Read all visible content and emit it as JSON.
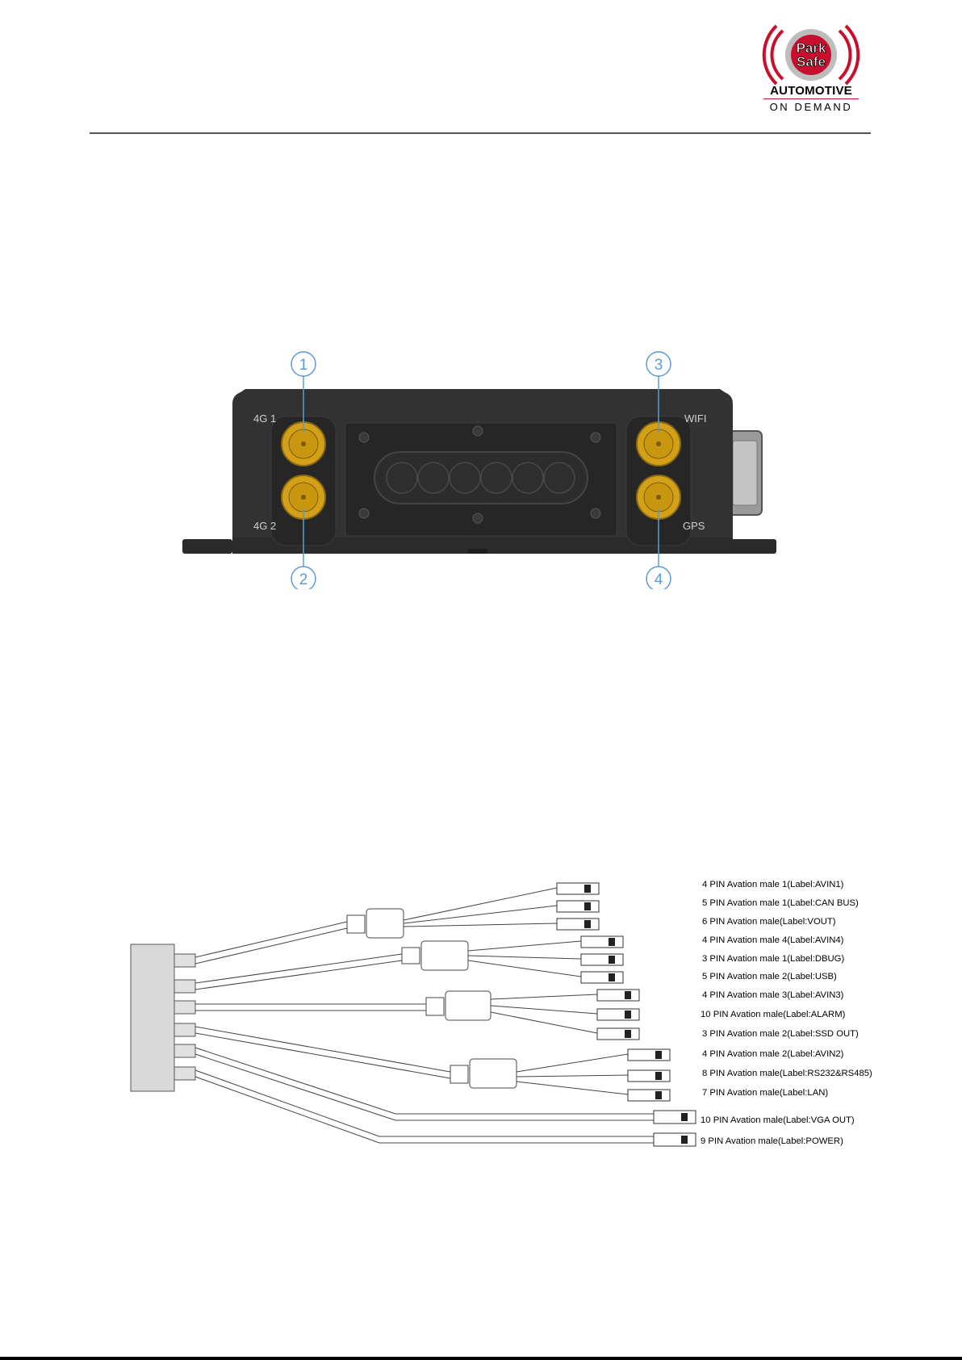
{
  "logo": {
    "badge_line_1": "Park",
    "badge_line_2": "Safe",
    "line_1": "AUTOMOTIVE",
    "line_2": "ON DEMAND",
    "accent_color": "#c8102e"
  },
  "device": {
    "callouts": [
      "1",
      "2",
      "3",
      "4"
    ],
    "port_labels": {
      "top_left": "4G 1",
      "bottom_left": "4G 2",
      "top_right": "WIFI",
      "bottom_right": "GPS"
    },
    "connector_color": "#d4a017",
    "callout_color": "#5b9bd5"
  },
  "cable": {
    "connectors": [
      {
        "label": "4 PIN Avation male 1(Label:AVIN1)"
      },
      {
        "label": "5 PIN Avation male 1(Label:CAN BUS)"
      },
      {
        "label": "6 PIN Avation male(Label:VOUT)"
      },
      {
        "label": "4 PIN Avation male 4(Label:AVIN4)"
      },
      {
        "label": "3 PIN Avation male 1(Label:DBUG)"
      },
      {
        "label": "5 PIN Avation male 2(Label:USB)"
      },
      {
        "label": "4 PIN Avation male 3(Label:AVIN3)"
      },
      {
        "label": "10 PIN Avation male(Label:ALARM)"
      },
      {
        "label": "3 PIN Avation male 2(Label:SSD OUT)"
      },
      {
        "label": "4 PIN Avation male 2(Label:AVIN2)"
      },
      {
        "label": "8 PIN Avation male(Label:RS232&RS485)"
      },
      {
        "label": "7 PIN Avation male(Label:LAN)"
      },
      {
        "label": "10 PIN Avation male(Label:VGA OUT)"
      },
      {
        "label": "9 PIN Avation male(Label:POWER)"
      }
    ]
  }
}
